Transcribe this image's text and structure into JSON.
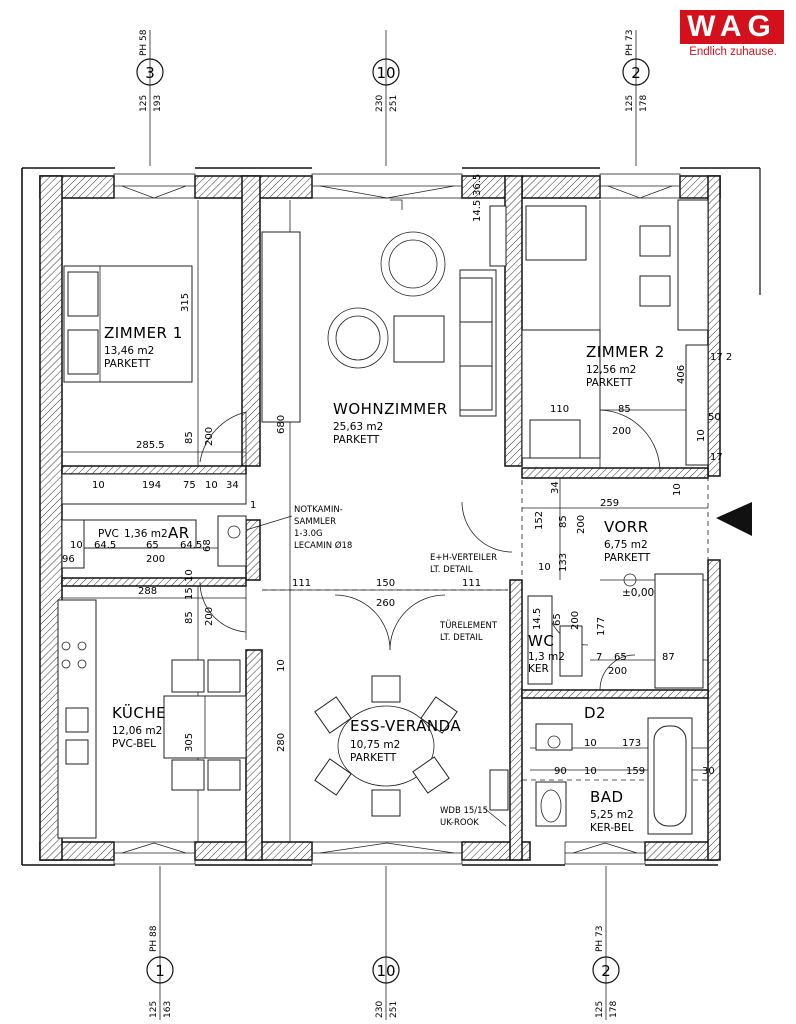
{
  "logo": {
    "mark": "WAG",
    "slogan": "Endlich zuhause."
  },
  "axes_top": [
    {
      "id": "3",
      "ph": "PH 58",
      "h1": "125",
      "h2": "193"
    },
    {
      "id": "10",
      "ph": "",
      "h1": "230",
      "h2": "251"
    },
    {
      "id": "2",
      "ph": "PH 73",
      "h1": "125",
      "h2": "178"
    }
  ],
  "axes_bottom": [
    {
      "id": "1",
      "ph": "PH 88",
      "h1": "125",
      "h2": "163"
    },
    {
      "id": "10",
      "ph": "",
      "h1": "230",
      "h2": "251"
    },
    {
      "id": "2",
      "ph": "PH 73",
      "h1": "125",
      "h2": "178"
    }
  ],
  "rooms": {
    "zimmer1": {
      "name": "ZIMMER 1",
      "area": "13,46 m2",
      "floor": "PARKETT"
    },
    "wohnzimmer": {
      "name": "WOHNZIMMER",
      "area": "25,63 m2",
      "floor": "PARKETT"
    },
    "zimmer2": {
      "name": "ZIMMER 2",
      "area": "12,56 m2",
      "floor": "PARKETT"
    },
    "vorr": {
      "name": "VORR",
      "area": "6,75 m2",
      "floor": "PARKETT",
      "level": "±0,00"
    },
    "ar": {
      "name": "AR",
      "area": "1,36 m2",
      "floor": "PVC"
    },
    "wc": {
      "name": "WC",
      "area": "1,3 m2",
      "floor": "KER"
    },
    "kueche": {
      "name": "KÜCHE",
      "area": "12,06 m2",
      "floor": "PVC-BEL"
    },
    "essveranda": {
      "name": "ESS-VERANDA",
      "area": "10,75 m2",
      "floor": "PARKETT"
    },
    "d2": {
      "name": "D2"
    },
    "bad": {
      "name": "BAD",
      "area": "5,25 m2",
      "floor": "KER-BEL"
    }
  },
  "notes": {
    "notkamin": [
      "NOTKAMIN-",
      "SAMMLER",
      "1-3.0G",
      "LECAMIN Ø18"
    ],
    "eh_verteiler": [
      "E+H-VERTEILER",
      "LT. DETAIL"
    ],
    "tuerelement": [
      "TÜRELEMENT",
      "LT. DETAIL"
    ],
    "wdb": [
      "WDB 15/15",
      "UK-ROOK"
    ]
  },
  "dims": {
    "d315": "315",
    "d2855": "285.5",
    "d85a": "85",
    "d200a": "200",
    "d680": "680",
    "d10a": "10",
    "d194": "194",
    "d75": "75",
    "d10b": "10",
    "d34": "34",
    "d1": "1",
    "d64a": "64.5",
    "d65a": "65",
    "d64b": "64.5",
    "d200b": "200",
    "d10c": "10",
    "d96": "96",
    "d68": "68",
    "d288": "288",
    "d15": "15",
    "d10d": "10",
    "d85b": "85",
    "d200c": "200",
    "d111a": "111",
    "d150": "150",
    "d111b": "111",
    "d260": "260",
    "d305": "305",
    "d10e": "10",
    "d280": "280",
    "d365": "36.5",
    "d145a": "14.5",
    "d110": "110",
    "d85c": "85",
    "d200d": "200",
    "d406": "406",
    "d172": "17 2",
    "d50": "50",
    "d10f": "10",
    "d17": "17",
    "d259": "259",
    "d10g": "10",
    "d34b": "34",
    "d152": "152",
    "d85d": "85",
    "d200e": "200",
    "d10h": "10",
    "d133": "133",
    "d145b": "14.5",
    "d65b": "65",
    "d200f": "200",
    "d177": "177",
    "d7": "7",
    "d65c": "65",
    "d200g": "200",
    "d87": "87",
    "d10i": "10",
    "d173": "173",
    "d90": "90",
    "d10j": "10",
    "d159": "159",
    "d30": "30"
  }
}
